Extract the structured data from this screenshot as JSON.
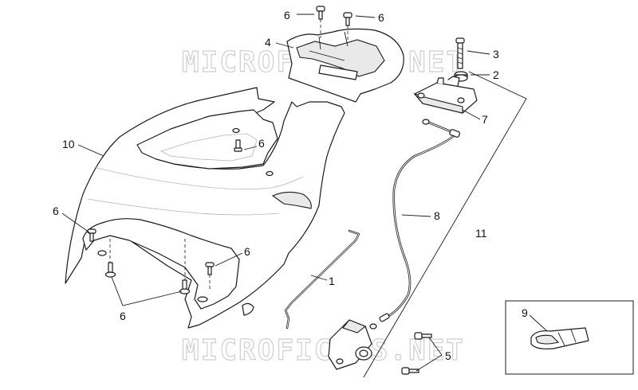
{
  "watermark": {
    "text": "MICROFICHES.NET",
    "color": "#cfcfcf"
  },
  "callouts": {
    "c1": "1",
    "c2": "2",
    "c3": "3",
    "c4": "4",
    "c5": "5",
    "c6_top_left": "6",
    "c6_top_right": "6",
    "c6_center": "6",
    "c6_left": "6",
    "c6_lower": "6",
    "c6_bottom": "6",
    "c7": "7",
    "c8": "8",
    "c9": "9",
    "c10": "10",
    "c11": "11"
  },
  "colors": {
    "line": "#1a1a1a",
    "background": "#ffffff"
  }
}
